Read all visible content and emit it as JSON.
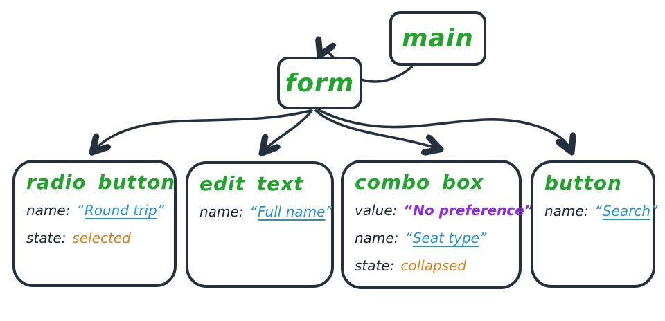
{
  "colors": {
    "stroke": "#24313c",
    "node_title": "#21a32e",
    "label": "#1a2533",
    "link_value": "#2492cf",
    "state_value": "#dd7e1e",
    "emph_value": "#8a2be2",
    "background": "#ffffff"
  },
  "punct": {
    "open_quote": "“",
    "close_quote": "”"
  },
  "nodes": {
    "main": {
      "title": "main"
    },
    "form": {
      "title": "form"
    },
    "radio_button": {
      "title": "radio button",
      "fields": [
        {
          "label": "name:",
          "value": "Round trip",
          "style": "link",
          "quoted": true
        },
        {
          "label": "state:",
          "value": "selected",
          "style": "state",
          "quoted": false
        }
      ]
    },
    "edit_text": {
      "title": "edit text",
      "fields": [
        {
          "label": "name:",
          "value": "Full name",
          "style": "link",
          "quoted": true
        }
      ]
    },
    "combo_box": {
      "title": "combo box",
      "fields": [
        {
          "label": "value:",
          "value": "No preference",
          "style": "emph",
          "quoted": true
        },
        {
          "label": "name:",
          "value": "Seat type",
          "style": "link",
          "quoted": true
        },
        {
          "label": "state:",
          "value": "collapsed",
          "style": "state",
          "quoted": false
        }
      ]
    },
    "button": {
      "title": "button",
      "fields": [
        {
          "label": "name:",
          "value": "Search",
          "style": "link",
          "quoted": true
        }
      ]
    }
  },
  "edges": [
    {
      "from": "main",
      "to": "form"
    },
    {
      "from": "form",
      "to": "radio_button"
    },
    {
      "from": "form",
      "to": "edit_text"
    },
    {
      "from": "form",
      "to": "combo_box"
    },
    {
      "from": "form",
      "to": "button"
    }
  ]
}
